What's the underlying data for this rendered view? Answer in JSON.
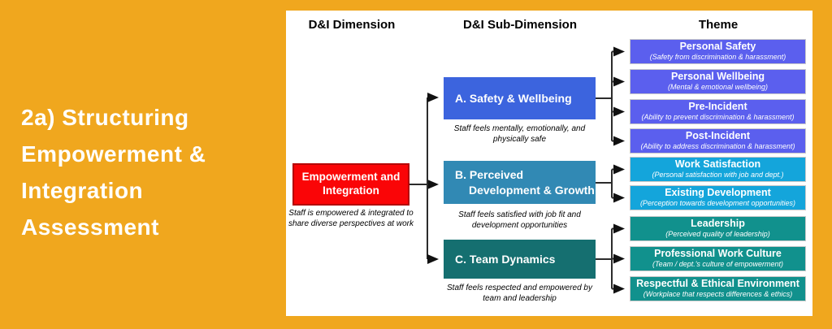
{
  "colors": {
    "background": "#F0A71E",
    "panel": "#FFFFFF",
    "dimension_box": "#FA0507",
    "dimension_border": "#B40000",
    "sub_dimension_a": "#3C64DE",
    "sub_dimension_b": "#3189B4",
    "sub_dimension_c": "#156F70",
    "theme_safety": "#5B5FEE",
    "theme_development": "#14A5DB",
    "theme_team": "#11918D",
    "title_text": "#FFFFFF"
  },
  "sidebar": {
    "title_lines": [
      "2a) Structuring",
      "Empowerment &",
      "Integration",
      "Assessment"
    ]
  },
  "headers": {
    "dimension": "D&I Dimension",
    "sub_dimension": "D&I Sub-Dimension",
    "theme": "Theme"
  },
  "dimension": {
    "title": "Empowerment and Integration",
    "caption": "Staff is empowered & integrated to share diverse perspectives at work",
    "color": "#FA0507"
  },
  "sub_dimensions": [
    {
      "label": "A. Safety & Wellbeing",
      "caption": "Staff feels mentally, emotionally, and physically safe",
      "color": "#3C64DE"
    },
    {
      "label": "B. Perceived Development & Growth",
      "caption": "Staff feels satisfied with job fit and development opportunities",
      "color": "#3189B4"
    },
    {
      "label": "C. Team Dynamics",
      "caption": "Staff feels respected and empowered by team and leadership",
      "color": "#156F70"
    }
  ],
  "themes": [
    {
      "title": "Personal Safety",
      "subtitle": "(Safety from discrimination & harassment)",
      "group": "A",
      "color": "#5B5FEE"
    },
    {
      "title": "Personal Wellbeing",
      "subtitle": "(Mental & emotional wellbeing)",
      "group": "A",
      "color": "#5B5FEE"
    },
    {
      "title": "Pre-Incident",
      "subtitle": "(Ability to prevent discrimination & harassment)",
      "group": "A",
      "color": "#5B5FEE"
    },
    {
      "title": "Post-Incident",
      "subtitle": "(Ability to address discrimination & harassment)",
      "group": "A",
      "color": "#5B5FEE"
    },
    {
      "title": "Work Satisfaction",
      "subtitle": "(Personal satisfaction with job and dept.)",
      "group": "B",
      "color": "#14A5DB"
    },
    {
      "title": "Existing Development",
      "subtitle": "(Perception towards development opportunities)",
      "group": "B",
      "color": "#14A5DB"
    },
    {
      "title": "Leadership",
      "subtitle": "(Perceived quality of leadership)",
      "group": "C",
      "color": "#11918D"
    },
    {
      "title": "Professional Work Culture",
      "subtitle": "(Team / dept.'s culture of empowerment)",
      "group": "C",
      "color": "#11918D"
    },
    {
      "title": "Respectful & Ethical Environment",
      "subtitle": "(Workplace that respects differences & ethics)",
      "group": "C",
      "color": "#11918D"
    }
  ]
}
